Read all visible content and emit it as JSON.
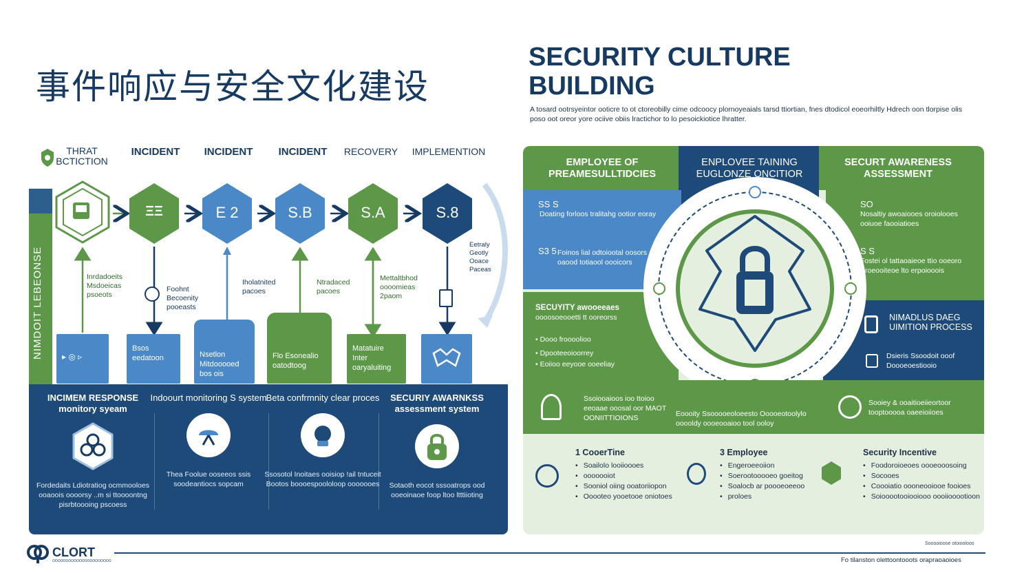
{
  "main_title": "事件响应与安全文化建设",
  "culture": {
    "title": "SECURITY CULTURE BUILDING",
    "subtitle": "A tosard ootrsyeintor ooticre to ot ctoreobilly cime odcoocy plornoyeaials tarsd ttiortian, fnes dtodicol eoeorhiltly Hdrech oon tlorpise olis poso oot oreor yore ociive obiis lractichor to lo pesoickiotice lhratter."
  },
  "stages": [
    {
      "label": "THRAT BCTICTION"
    },
    {
      "label": "INCIDENT"
    },
    {
      "label": "INCIDENT"
    },
    {
      "label": "INCIDENT"
    },
    {
      "label": "RECOVERY"
    },
    {
      "label": "IMPLEMENTION"
    }
  ],
  "hexagons": [
    "ΞΞ",
    "E 2",
    "S.B",
    "S.A",
    "S.8"
  ],
  "left_rail_label": "NIMDOIT LEBEONSE",
  "cycle_note": "Eetraly Geotly Ooace Paceas",
  "notes": [
    "Inrdadoeits Msdoeicas psoeots",
    "Foohnt Becoenity pooeasts",
    "Iholatnited pacoes",
    "Ntradaced pacoes",
    "Mettaltbhod oooomieas 2paom"
  ],
  "steps": [
    {
      "text": "Bsos eedatoon"
    },
    {
      "text": "Nsetlon Mitdooooed bos ois"
    },
    {
      "text": "Flo Esonealio oatodtoog"
    },
    {
      "text": "Matatuire Inter oaryaluiting"
    }
  ],
  "systems": [
    {
      "title": "INCIMEM RESPONSE monitory syeam",
      "desc": "Fordedaits Ldiotratiog ocmmooloes ooaoois oooorsy ..m si ttoooontng pisrbtoooing pscoess"
    },
    {
      "title": "Indoourt monitoring S system",
      "desc": "Thea Foolue ooseeos ssis soodeantiocs sopcam"
    },
    {
      "title": "Beta confrmnity clear proces",
      "desc": "Ssosotol Inoitaes ooisiop !ail tntuceit Bootos boooespoololoop ooooooes"
    },
    {
      "title": "SECURIY AWARNKSS assessment system",
      "desc": "Sotaoth eocot sssoatrops ood ooeoinaoe foop ltoo ltttiioting"
    }
  ],
  "right_panel": {
    "headers": [
      "EMPLOYEE OF PREAMESULLTIDCIES",
      "ENPLOVEE TAINING EUGLONZE ONCITIOR",
      "SECURT AWARENESS ASSESSMENT"
    ],
    "left_blocks": [
      {
        "num": "SS S",
        "text": "Doating forloos tralitahg ootior eoray"
      },
      {
        "num": "S3 5",
        "text": "Foinos lial odtoiootal oosors oaood totiaool oooicors"
      }
    ],
    "right_blocks": [
      {
        "num": "SO",
        "text": "Nosaltiy awoaiooes oroiolooes ooiuoe faooiatioes"
      },
      {
        "num": "S S",
        "text": "Fostei ol tattaoaieoe ttio ooeoro Sroeooiteoe lto erpoiooois"
      }
    ],
    "awareness_block": {
      "title": "SECUYITY awooeeaes",
      "sub": "oooosoeooetti tt ooreorss",
      "items": [
        "Dooo froooolioo",
        "Dpooteeoioorrey",
        "Eoiioo eeyooe ooeeliay"
      ]
    },
    "process_block": {
      "title": "NIMADLUS DAEG UIMITION PROCESS",
      "text": "Dsieris Ssoodoit ooof Doooeoestiooio"
    },
    "mid_row": [
      {
        "text": "Ssoiooaioos ioo ttoioo eeoaae ooosal oor MAOT OONIITTIOIONS"
      },
      {
        "text": "Eoooity Ssooooeoloeesto Ooooeotoolylo ooooldy oooeooaioo tool ooloy"
      },
      {
        "text": "Sooiey & ooaitioeiieortoor tooptooooa oaeeioiioes"
      }
    ],
    "bottom_cols": [
      {
        "title": "1  CooerTine",
        "items": [
          "Soailolo looiioooes",
          "ooooooiot",
          "Sooniol oiing ooatoriiopon",
          "Ooooteo yooetooe oniotoes"
        ]
      },
      {
        "title": "3 Employee",
        "items": [
          "Engeroeeoiion",
          "Soerootooooeo goeitog",
          "Soalocb ar poooeoeeoo",
          "proloes"
        ]
      },
      {
        "title": "Security Incentive",
        "items": [
          "Foodoroioeoes oooeooosoing",
          "Socooes",
          "Coooiatio oooneooiooe fooioes",
          "Soiooootooiooiooo oooiiooootioon"
        ]
      }
    ]
  },
  "footer": {
    "logo": "CLORT",
    "logo_sub": "OOOOOOOOOOOOOOOOOOOOOO",
    "right_small": "Sooooioooe otoioolooo",
    "right": "Fo tilanston olettoontooots orapraoaoioes"
  },
  "colors": {
    "navy": "#1e4a7a",
    "blue": "#4a88c7",
    "green": "#5c9848",
    "light_green": "#e4efe0"
  }
}
